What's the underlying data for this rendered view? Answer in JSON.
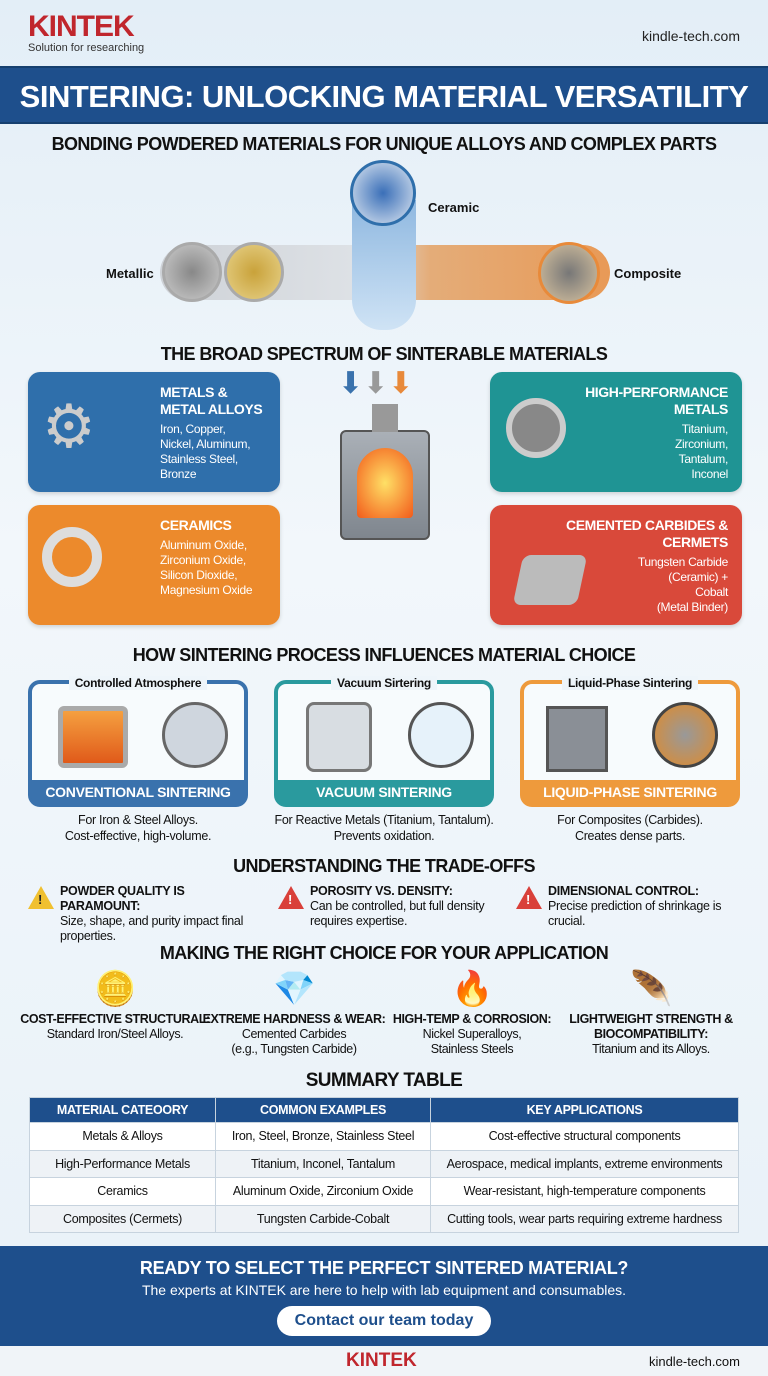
{
  "header": {
    "brand": "KINTEK",
    "tagline": "Solution for researching",
    "site": "kindle-tech.com"
  },
  "title": "SINTERING: UNLOCKING MATERIAL VERSATILITY",
  "subtitle": "BONDING POWDERED MATERIALS FOR UNIQUE ALLOYS AND COMPLEX PARTS",
  "powders": {
    "metallic": "Metallic",
    "ceramic": "Ceramic",
    "composite": "Composite"
  },
  "spectrum": {
    "heading": "THE BROAD SPECTRUM OF SINTERABLE MATERIALS",
    "cards": [
      {
        "title": "METALS &\nMETAL ALLOYS",
        "items": "Iron, Copper,\nNickel, Aluminum,\nStainless Steel,\nBronze",
        "color": "#2f6fab"
      },
      {
        "title": "HIGH-PERFORMANCE\nMETALS",
        "items": "Titanium,\nZirconium,\nTantalum,\nInconel",
        "color": "#1f9494"
      },
      {
        "title": "CERAMICS",
        "items": "Aluminum Oxide,\nZirconium Oxide,\nSilicon Dioxide,\nMagnesium Oxide",
        "color": "#ec8a2c"
      },
      {
        "title": "CEMENTED CARBIDES & CERMETS",
        "items": "Tungsten Carbide\n(Ceramic) +\nCobalt\n(Metal Binder)",
        "color": "#d9493a"
      }
    ]
  },
  "process": {
    "heading": "HOW SINTERING PROCESS INFLUENCES MATERIAL CHOICE",
    "steps": [
      {
        "tag": "Controlled Atmosphere",
        "name": "CONVENTIONAL SINTERING",
        "caption": "For Iron & Steel Alloys.\nCost-effective, high-volume.",
        "color": "#3a72ad"
      },
      {
        "tag": "Vacuum Sirtering",
        "name": "VACUUM SINTERING",
        "caption": "For Reactive Metals (Titanium, Tantalum).\nPrevents oxidation.",
        "color": "#2a9a9e"
      },
      {
        "tag": "Liquid-Phase Sintering",
        "name": "LIQUID-PHASE SINTERING",
        "caption": "For Composites (Carbides).\nCreates dense parts.",
        "color": "#ee9a3c"
      }
    ]
  },
  "tradeoffs": {
    "heading": "UNDERSTANDING THE TRADE-OFFS",
    "items": [
      {
        "title": "POWDER QUALITY IS PARAMOUNT:",
        "text": "Size, shape, and purity impact final properties.",
        "color": "#f0c030"
      },
      {
        "title": "POROSITY VS. DENSITY:",
        "text": "Can be controlled, but full density requires expertise.",
        "color": "#d9403a"
      },
      {
        "title": "DIMENSIONAL CONTROL:",
        "text": "Precise prediction of shrinkage is crucial.",
        "color": "#d9403a"
      }
    ]
  },
  "choice": {
    "heading": "MAKING THE RIGHT CHOICE FOR YOUR APPLICATION",
    "items": [
      {
        "icon": "hand-coin-icon",
        "glyph": "🪙",
        "title": "COST-EFFECTIVE STRUCTURAL:",
        "text": "Standard Iron/Steel Alloys."
      },
      {
        "icon": "diamond-icon",
        "glyph": "💎",
        "title": "EXTREME HARDNESS & WEAR:",
        "text": "Cemented Carbides\n(e.g., Tungsten Carbide)"
      },
      {
        "icon": "flame-icon",
        "glyph": "🔥",
        "title": "HIGH-TEMP & CORROSION:",
        "text": "Nickel Superalloys,\nStainless Steels"
      },
      {
        "icon": "feather-icon",
        "glyph": "🪶",
        "title": "LIGHTWEIGHT STRENGTH &\nBIOCOMPATIBILITY:",
        "text": "Titanium and its Alloys."
      }
    ]
  },
  "table": {
    "heading": "SUMMARY TABLE",
    "columns": [
      "MATERIAL CATEOORY",
      "COMMON EXAMPLES",
      "KEY APPLICATIONS"
    ],
    "rows": [
      [
        "Metals & Alloys",
        "Iron, Steel, Bronze, Stainless Steel",
        "Cost-effective structural components"
      ],
      [
        "High-Performance Metals",
        "Titanium, Inconel, Tantalum",
        "Aerospace, medical implants, extreme environments"
      ],
      [
        "Ceramics",
        "Aluminum Oxide, Zirconium Oxide",
        "Wear-resistant, high-temperature components"
      ],
      [
        "Composites (Cermets)",
        "Tungsten Carbide-Cobalt",
        "Cutting tools, wear parts requiring extreme hardness"
      ]
    ]
  },
  "cta": {
    "heading": "READY TO SELECT THE PERFECT SINTERED MATERIAL?",
    "text": "The experts at KINTEK are here to help with lab equipment and consumables.",
    "button": "Contact our team today"
  },
  "footer": {
    "brand": "KINTEK",
    "site": "kindle-tech.com"
  }
}
